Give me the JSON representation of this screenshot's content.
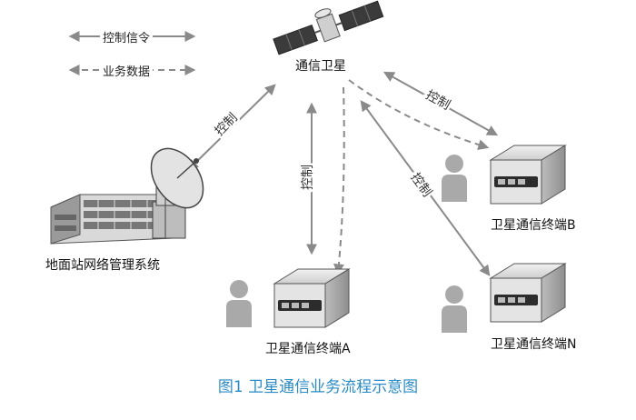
{
  "legend": {
    "control_signal": "控制信令",
    "business_data": "业务数据"
  },
  "nodes": {
    "satellite": "通信卫星",
    "ground_station": "地面站网络管理系统",
    "terminal_a": "卫星通信终端A",
    "terminal_b": "卫星通信终端B",
    "terminal_n": "卫星通信终端N"
  },
  "links": {
    "ground_to_satellite": "控制",
    "satellite_to_a": "控制",
    "satellite_to_b": "控制",
    "satellite_to_n": "控制"
  },
  "caption": "图1 卫星通信业务流程示意图",
  "colors": {
    "arrow": "#8a8a8a",
    "caption": "#2a8bc6",
    "device_body": "#d6d6d6",
    "person": "#a9a9a9"
  }
}
